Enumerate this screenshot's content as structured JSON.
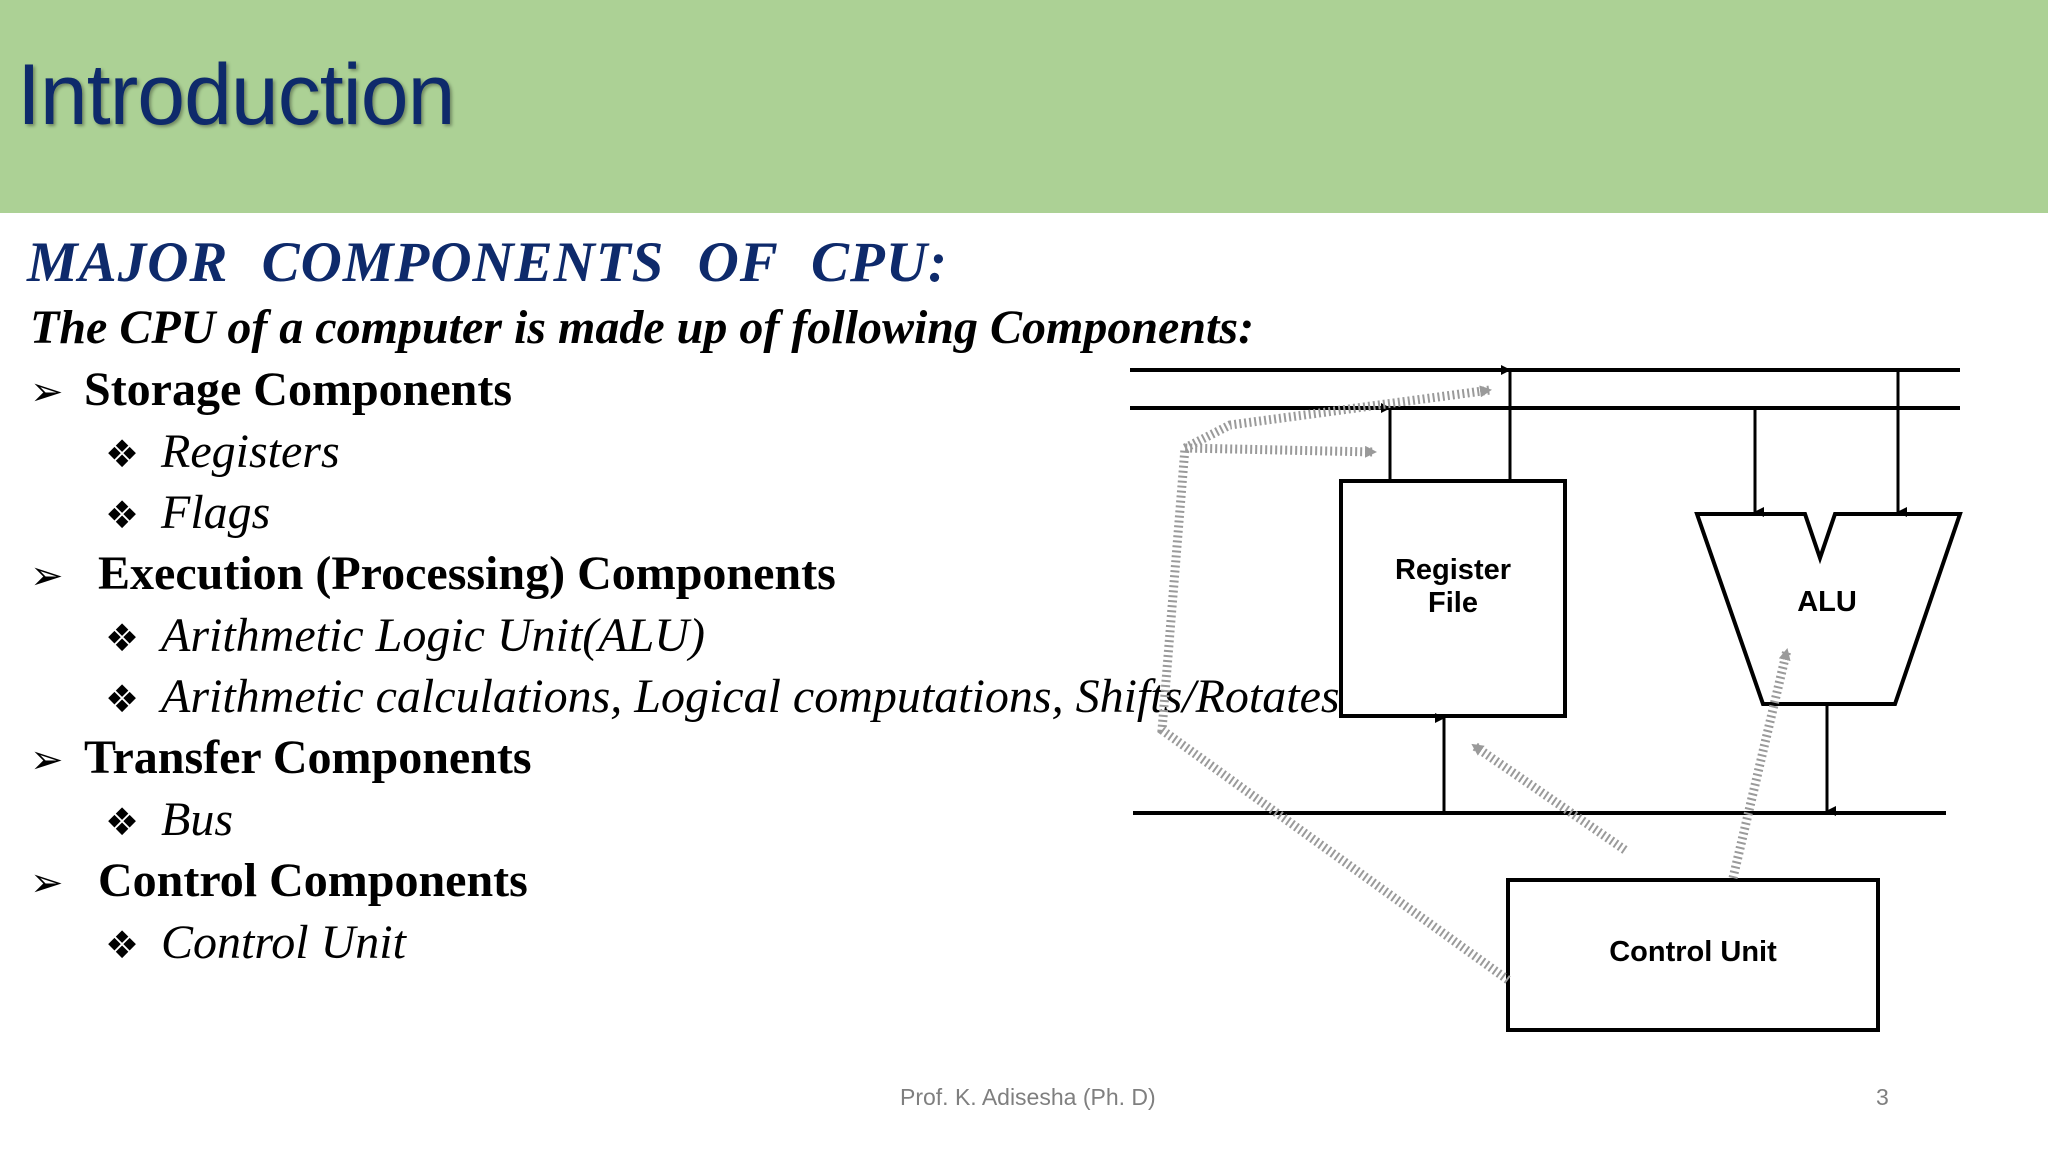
{
  "slide": {
    "title": "Introduction",
    "heading": "MAJOR  COMPONENTS  OF  CPU:",
    "intro": "The CPU of a computer is made up of following Components:",
    "sections": [
      {
        "label": "Storage Components",
        "items": [
          "Registers",
          "Flags"
        ]
      },
      {
        "label": "Execution (Processing) Components",
        "items": [
          "Arithmetic Logic Unit(ALU)",
          "Arithmetic calculations, Logical computations, Shifts/Rotates"
        ]
      },
      {
        "label": "Transfer Components",
        "items": [
          "Bus"
        ]
      },
      {
        "label": "Control Components",
        "items": [
          "Control Unit"
        ]
      }
    ],
    "footer_author": "Prof. K. Adisesha (Ph. D)",
    "page_number": "3"
  },
  "diagram": {
    "register_file_line1": "Register",
    "register_file_line2": "File",
    "alu_label": "ALU",
    "control_unit_label": "Control Unit"
  },
  "colors": {
    "header_background": "#acd195",
    "title_color": "#0e2a6b",
    "text_color": "#000000",
    "footer_color": "#7f7f7f"
  }
}
